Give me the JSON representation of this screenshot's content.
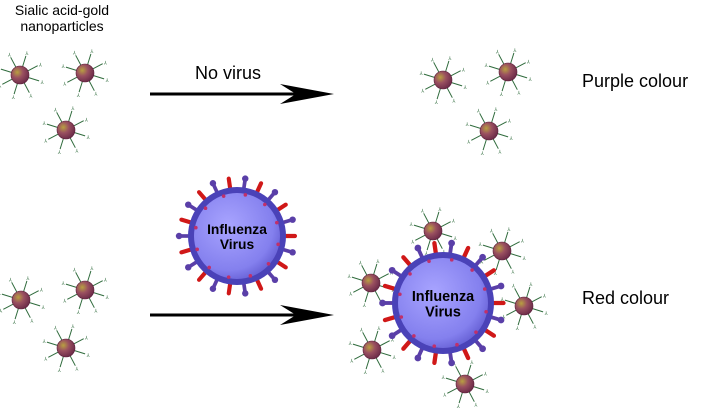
{
  "nanoparticles": {
    "label_line1": "Sialic acid-gold",
    "label_line2": "nanoparticles",
    "core_color": "#8e4a5a",
    "ligand_color": "#2f6b3c"
  },
  "top_row": {
    "arrow_label": "No virus",
    "result_label": "Purple colour"
  },
  "bottom_row": {
    "virus_label_line1": "Influenza",
    "virus_label_line2": "Virus",
    "result_label": "Red colour"
  },
  "colors": {
    "virus_body": "#8a85f0",
    "virus_rim": "#4a42b8",
    "spike_red": "#d01818",
    "spike_purple": "#5a3fa8",
    "arrow": "#000000"
  }
}
